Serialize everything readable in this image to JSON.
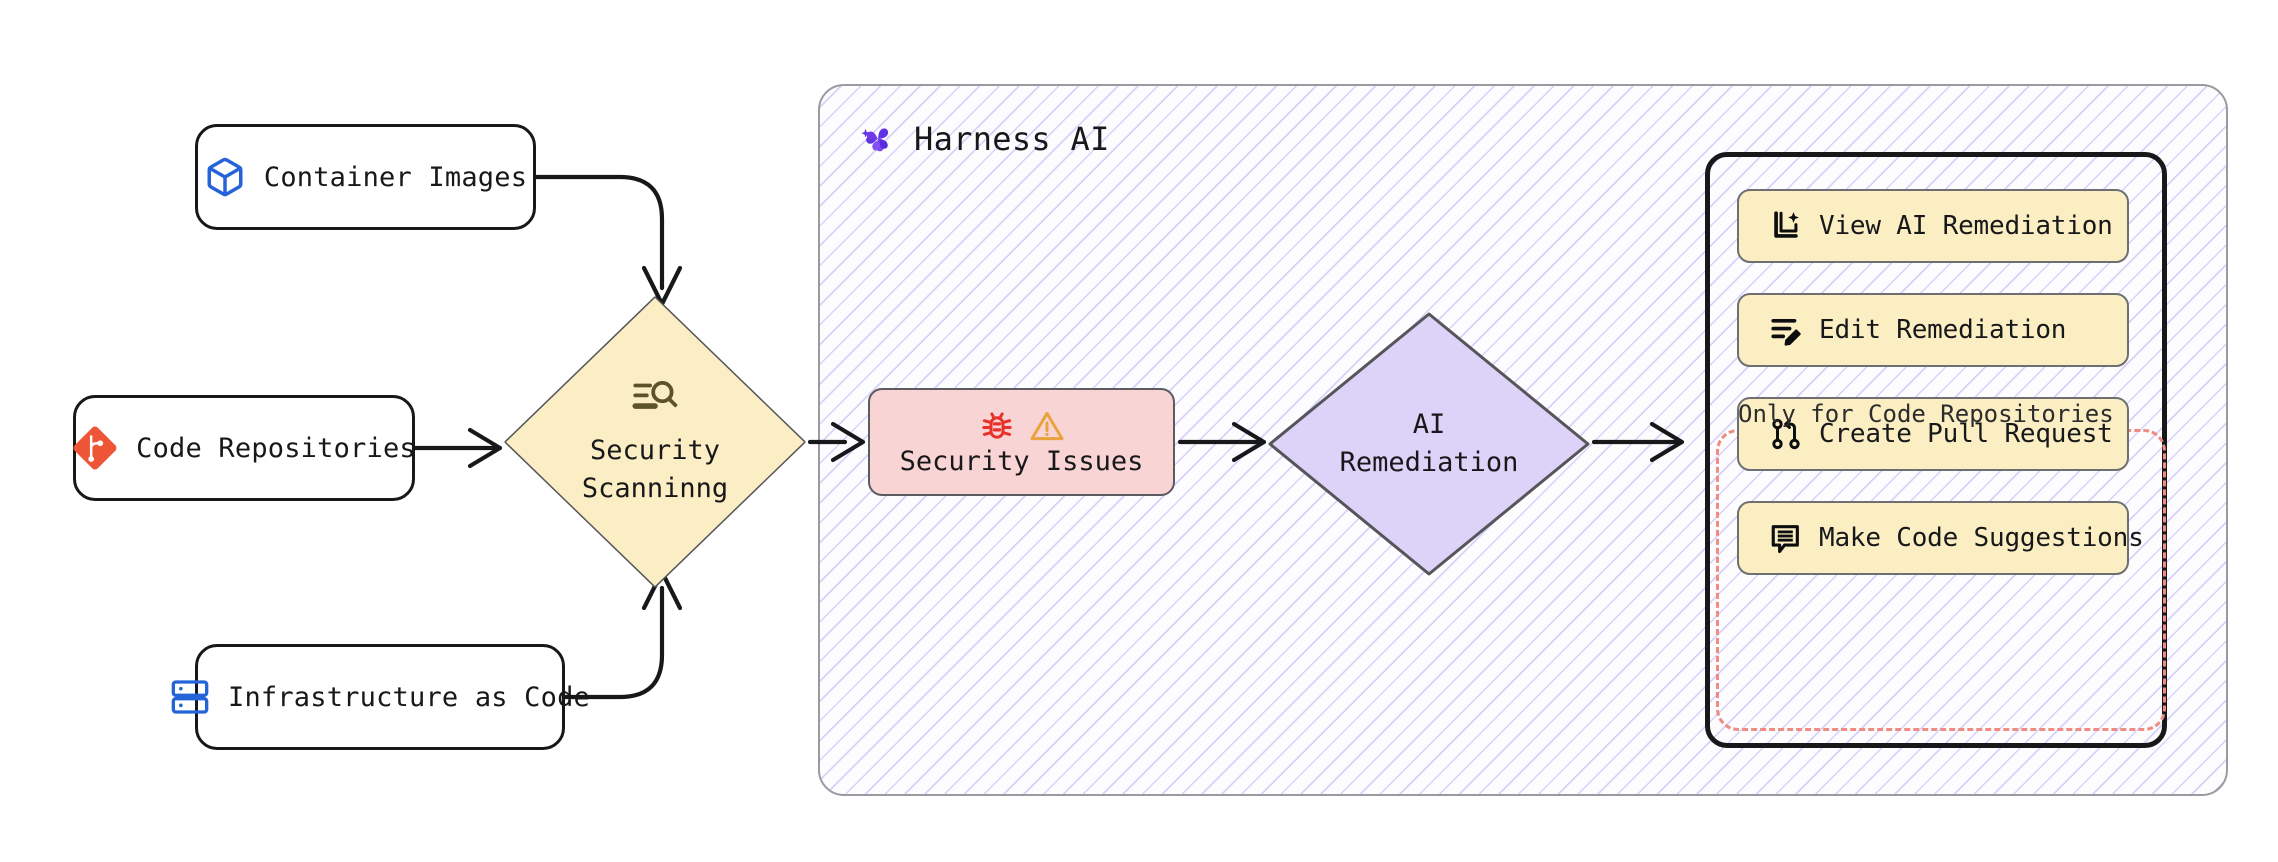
{
  "diagram": {
    "title": "Harness AI security scanning and remediation flow",
    "type": "flowchart"
  },
  "sources": [
    {
      "id": "container-images",
      "label": "Container Images",
      "icon": "cube-icon",
      "icon_color": "#2563d9"
    },
    {
      "id": "code-repositories",
      "label": "Code Repositories",
      "icon": "git-icon",
      "icon_color": "#ee5537"
    },
    {
      "id": "infrastructure-as-code",
      "label": "Infrastructure as Code",
      "icon": "server-icon",
      "icon_color": "#2563d9"
    }
  ],
  "scanning": {
    "line1": "Security",
    "line2": "Scanninng",
    "icon": "scan-search-icon",
    "fill": "#fceec4",
    "stroke": "#55555a"
  },
  "harness": {
    "title": "Harness AI",
    "logo": "harness-pinwheel-icon",
    "logo_color": "#6032e6",
    "panel_stroke": "#9a9a9f",
    "hatch_color": "#a096f0"
  },
  "security_issues": {
    "label": "Security Issues",
    "icons": [
      "bug-icon",
      "warning-triangle-icon"
    ],
    "bug_color": "#e8312a",
    "warning_color": "#e8a33d",
    "fill": "#f9d4d4",
    "stroke": "#5c5c60"
  },
  "ai_remediation": {
    "line1": "AI",
    "line2": "Remediation",
    "fill": "#ddd2f7",
    "stroke": "#55555a"
  },
  "actions": {
    "items": [
      {
        "id": "view-ai-remediation",
        "label": "View AI Remediation",
        "icon": "sparkle-document-icon",
        "repo_only": false
      },
      {
        "id": "edit-remediation",
        "label": "Edit Remediation",
        "icon": "edit-lines-pencil-icon",
        "repo_only": false
      },
      {
        "id": "create-pull-request",
        "label": "Create Pull Request",
        "icon": "pull-request-icon",
        "repo_only": true
      },
      {
        "id": "make-code-suggestions",
        "label": "Make Code Suggestions",
        "icon": "comment-lines-icon",
        "repo_only": true
      }
    ],
    "repo_only_note": "Only for Code Repositories",
    "button_fill": "#faeec2",
    "button_stroke": "#6f6f73",
    "dashed_stroke": "#ef8d83",
    "container_stroke": "#17181a"
  },
  "edges": [
    {
      "from": "container-images",
      "to": "security-scanning",
      "style": "elbow-down"
    },
    {
      "from": "code-repositories",
      "to": "security-scanning",
      "style": "straight"
    },
    {
      "from": "infrastructure-as-code",
      "to": "security-scanning",
      "style": "elbow-up"
    },
    {
      "from": "security-scanning",
      "to": "security-issues",
      "style": "straight"
    },
    {
      "from": "security-issues",
      "to": "ai-remediation",
      "style": "straight"
    },
    {
      "from": "ai-remediation",
      "to": "actions-container",
      "style": "straight"
    }
  ]
}
